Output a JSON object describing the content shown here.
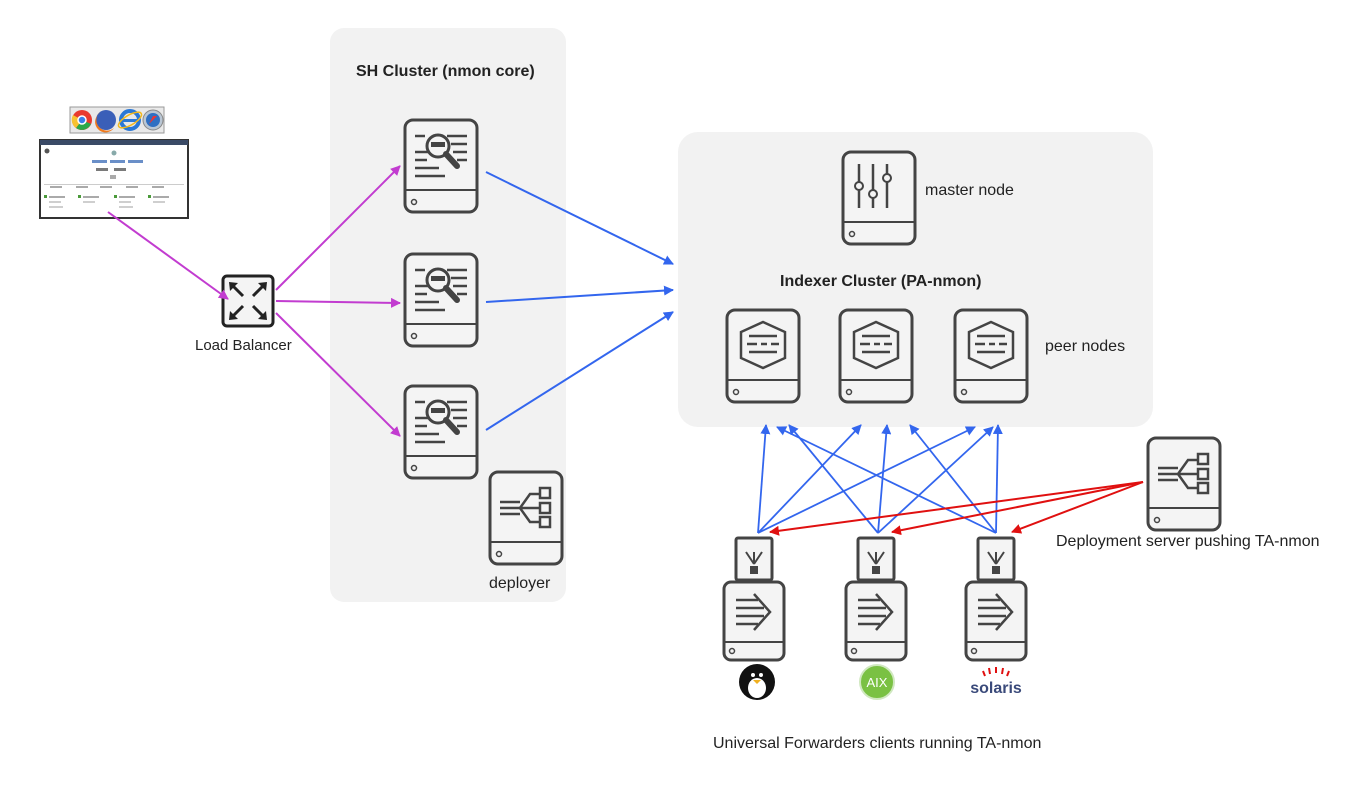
{
  "sh_cluster": {
    "title": "SH Cluster (nmon core)",
    "deployer_label": "deployer"
  },
  "indexer_cluster": {
    "title": "Indexer Cluster (PA-nmon)",
    "master_label": "master node",
    "peers_label": "peer nodes"
  },
  "load_balancer": {
    "label": "Load Balancer"
  },
  "deployment_server": {
    "label": "Deployment server pushing TA-nmon"
  },
  "forwarders": {
    "label": "Universal Forwarders clients running TA-nmon",
    "os_logos": [
      "linux-tux-logo",
      "aix-logo",
      "solaris-logo"
    ],
    "aix_text": "AIX",
    "solaris_text": "solaris"
  },
  "browser_icons": [
    "chrome-icon",
    "firefox-icon",
    "ie-icon",
    "safari-icon"
  ],
  "colors": {
    "search_head_links": "#c23cd0",
    "indexer_links": "#3366ee",
    "deployment_links": "#e01010",
    "cluster_background": "#f2f2f2",
    "device_stroke": "#444444"
  }
}
